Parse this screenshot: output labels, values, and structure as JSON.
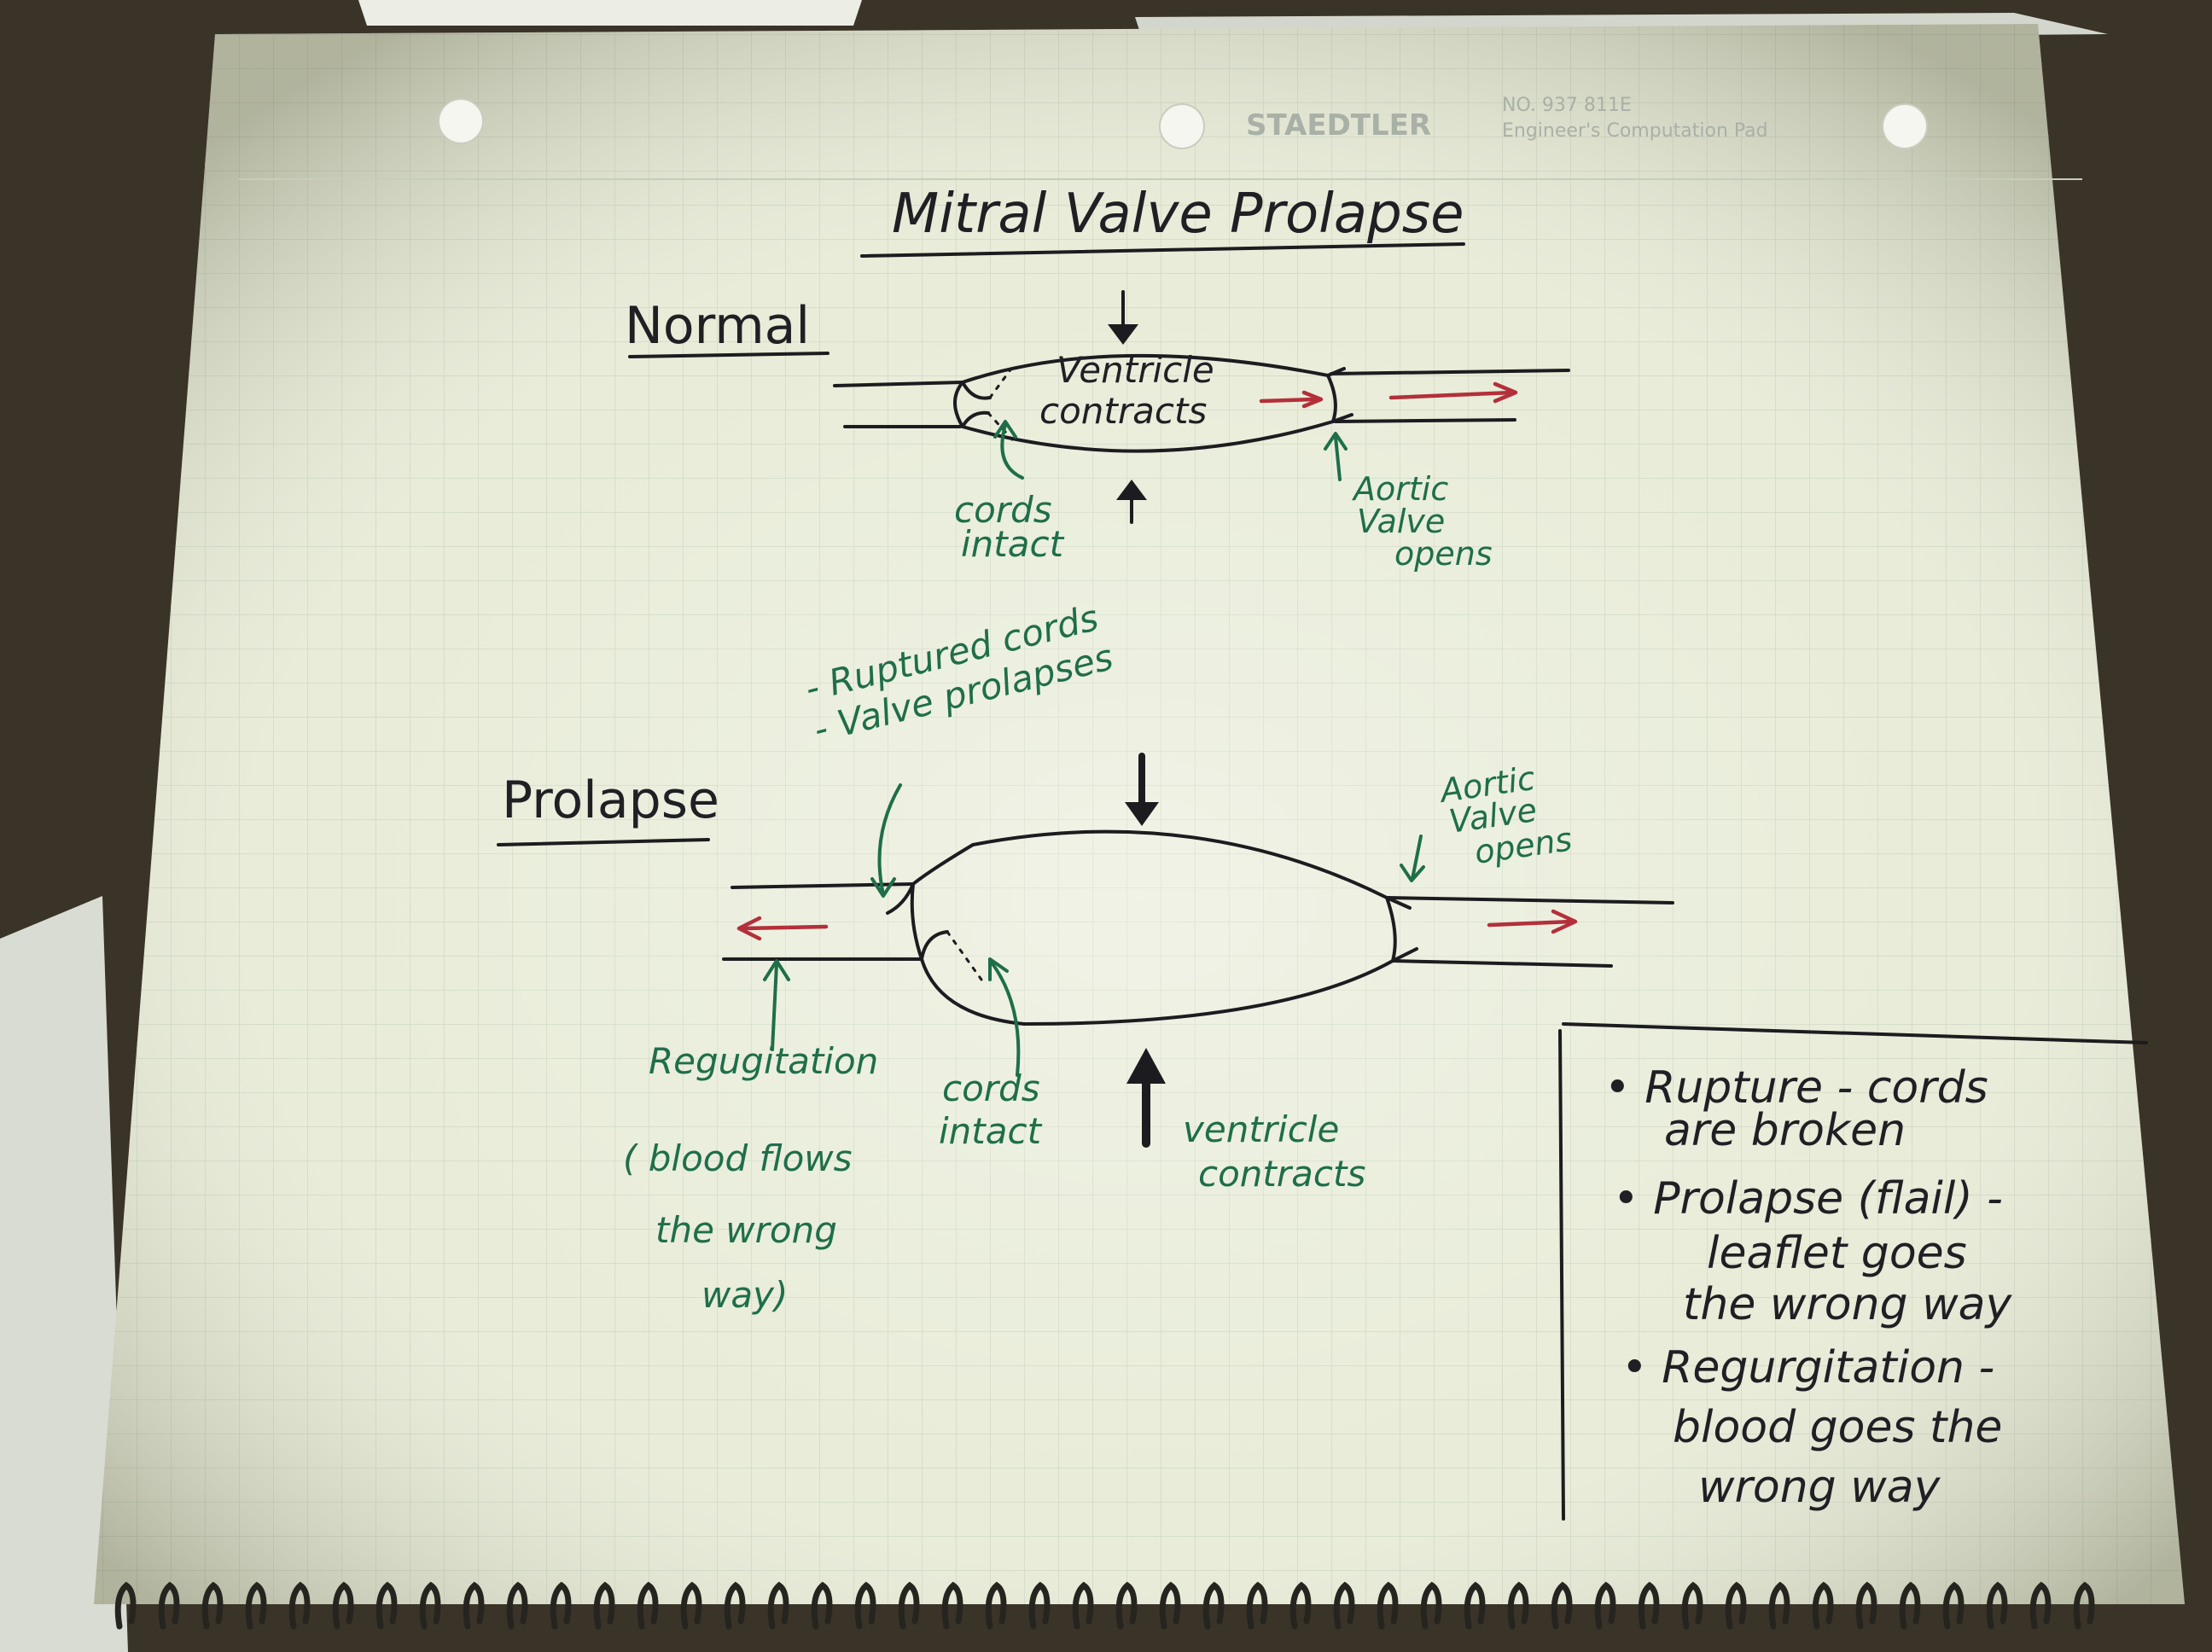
{
  "sheet": {
    "brand": "STAEDTLER",
    "product": "Engineer's Computation Pad",
    "code": "NO. 937 811E"
  },
  "title": "Mitral Valve Prolapse",
  "normal": {
    "heading": "Normal",
    "ventricle_label": [
      "Ventricle",
      "contracts"
    ],
    "cords_label": [
      "cords",
      "intact"
    ],
    "aortic_label": [
      "Aortic",
      "Valve",
      "opens"
    ]
  },
  "ruptured_note": [
    "- Ruptured cords",
    "- Valve prolapses"
  ],
  "prolapse": {
    "heading": "Prolapse",
    "aortic_label": [
      "Aortic",
      "Valve",
      "opens"
    ],
    "regurg_label": [
      "Regugitation",
      "( blood flows",
      "the wrong",
      "way)"
    ],
    "cords_label": [
      "cords",
      "intact"
    ],
    "ventricle_label": [
      "ventricle",
      "contracts"
    ]
  },
  "notes_box": [
    {
      "line1": "• Rupture - cords",
      "line2": "are broken",
      "line3": ""
    },
    {
      "line1": "• Prolapse (flail) -",
      "line2": "leaflet goes",
      "line3": "the wrong way"
    },
    {
      "line1": "• Regurgitation -",
      "line2": "blood goes the",
      "line3": "wrong way"
    }
  ],
  "colors": {
    "paper": "#e8ecd8",
    "grid": "#cfd8c4",
    "ink_black": "#1c1c20",
    "ink_green": "#1f6e4a",
    "ink_red": "#b3303b"
  }
}
